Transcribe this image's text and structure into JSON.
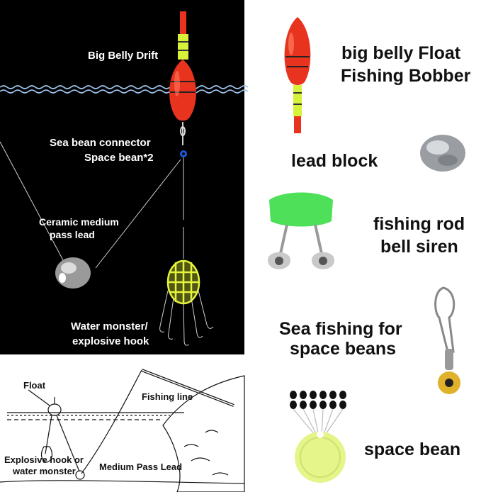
{
  "left_panel": {
    "big_belly_drift": "Big Belly Drift",
    "sea_bean_connector": "Sea bean connector",
    "space_bean_x2": "Space bean*2",
    "ceramic_lead_line1": "Ceramic medium",
    "ceramic_lead_line2": "pass lead",
    "water_monster_line1": "Water monster/",
    "water_monster_line2": "explosive hook"
  },
  "diagram": {
    "float": "Float",
    "fishing_line": "Fishing line",
    "explosive_hook_line1": "Explosive hook or",
    "explosive_hook_line2": "water monster",
    "medium_pass_lead": "Medium Pass Lead"
  },
  "right_items": {
    "bobber_line1": "big belly Float",
    "bobber_line2": "Fishing Bobber",
    "lead_block": "lead block",
    "bell_line1": "fishing rod",
    "bell_line2": "bell siren",
    "sea_fishing_line1": "Sea fishing for",
    "sea_fishing_line2": "space beans",
    "space_bean": "space bean"
  },
  "colors": {
    "float_red": "#e8331f",
    "float_yellow": "#d8f23a",
    "hook_yellow": "#e6f53a",
    "bell_green": "#4fe05a",
    "bean_disc": "#e5f58a",
    "water_wave": "#9fc4ec"
  }
}
